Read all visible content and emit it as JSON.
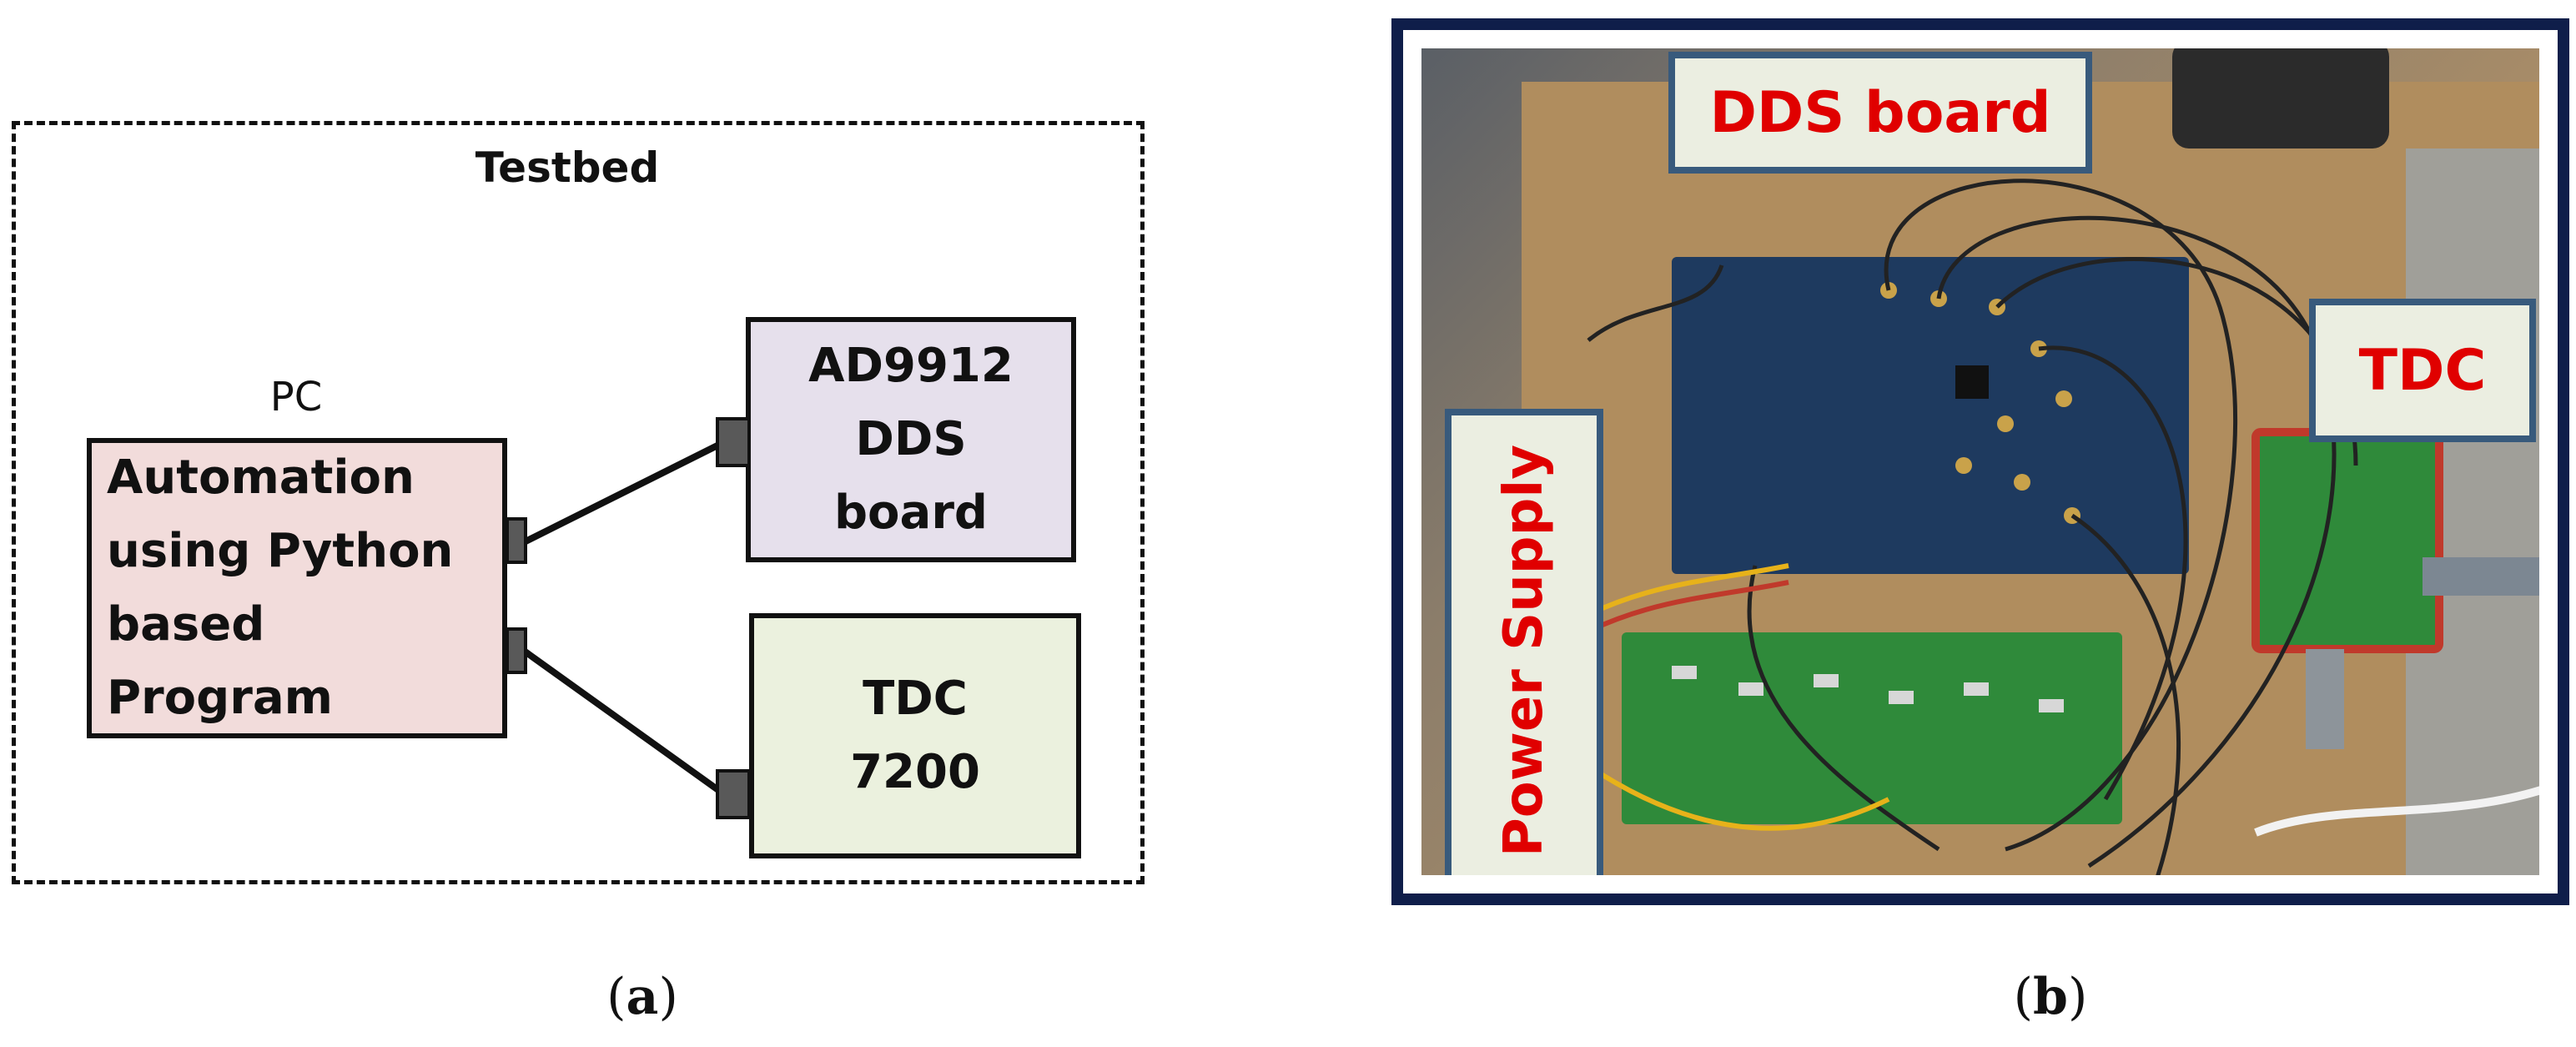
{
  "panel_a": {
    "testbed_title": "Testbed",
    "pc_label": "PC",
    "pc_box_text": "Automation\nusing Python\nbased Program",
    "dds_box_text": "AD9912\nDDS\nboard",
    "tdc_box_text": "TDC\n7200",
    "colors": {
      "pc_box": "#f2dcdb",
      "dds_box": "#e6e0ec",
      "tdc_box": "#ebf1de",
      "ports": "#595959"
    }
  },
  "panel_b": {
    "callouts": {
      "dds": "DDS board",
      "tdc": "TDC",
      "power": "Power Supply"
    },
    "colors": {
      "frame": "#0f1e4a",
      "callout_border": "#385a7c",
      "callout_fill": "#ebeee1",
      "callout_text": "#e00000",
      "board_blue": "#1e3a5f",
      "board_green": "#2f8a3a"
    }
  },
  "captions": {
    "a": "a",
    "b": "b"
  }
}
